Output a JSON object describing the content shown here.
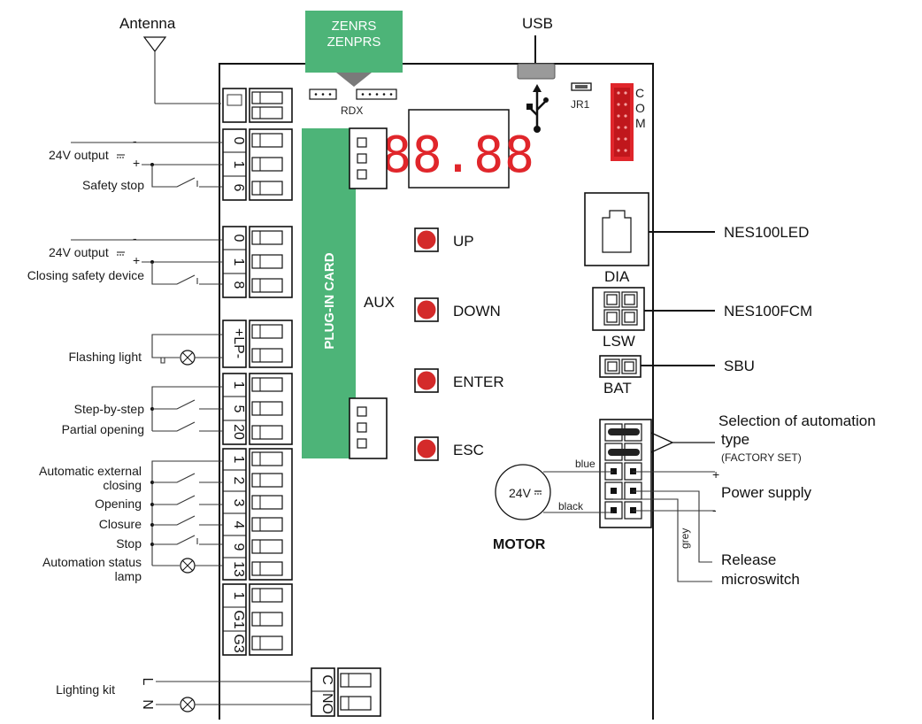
{
  "labels": {
    "antenna": "Antenna",
    "zenrs": "ZENRS",
    "zenprs": "ZENPRS",
    "usb": "USB",
    "rdx": "RDX",
    "jr1": "JR1",
    "com": "COM",
    "output_24v_a": "24V output",
    "safety_stop": "Safety stop",
    "output_24v_b": "24V output",
    "closing_safety": "Closing safety device",
    "flashing_light": "Flashing light",
    "step_by_step": "Step-by-step",
    "partial_opening": "Partial opening",
    "auto_ext_closing_1": "Automatic external",
    "auto_ext_closing_2": "closing",
    "opening": "Opening",
    "closure": "Closure",
    "stop": "Stop",
    "auto_status_1": "Automation status",
    "auto_status_2": "lamp",
    "lighting_kit": "Lighting kit",
    "plugin_card": "PLUG-IN CARD",
    "aux": "AUX",
    "up": "UP",
    "down": "DOWN",
    "enter": "ENTER",
    "esc": "ESC",
    "display": "88.88",
    "nes100led": "NES100LED",
    "dia": "DIA",
    "nes100fcm": "NES100FCM",
    "lsw": "LSW",
    "sbu": "SBU",
    "bat": "BAT",
    "selection_1": "Selection of automation",
    "selection_2": "type",
    "factory_set": "(FACTORY SET)",
    "power_supply": "Power supply",
    "release_1": "Release",
    "release_2": "microswitch",
    "motor": "MOTOR",
    "motor_v": "24V",
    "blue": "blue",
    "black": "black",
    "grey": "grey",
    "plus": "+",
    "minus": "-"
  },
  "terminals": {
    "t1": [
      "0",
      "1",
      "6"
    ],
    "t2": [
      "0",
      "1",
      "8"
    ],
    "t3": [
      "+LP-"
    ],
    "t4": [
      "1",
      "5",
      "20"
    ],
    "t5": [
      "1",
      "2",
      "3",
      "4",
      "9",
      "13"
    ],
    "t6": [
      "1",
      "G1",
      "G3"
    ],
    "t7": [
      "C",
      "NO"
    ],
    "lighting_pins": [
      "L",
      "N"
    ]
  },
  "colors": {
    "green": "#4db478",
    "button_red": "#d42a2a",
    "display_red": "#e0262b",
    "com_red": "#e0262b",
    "usb_grey": "#9a9a9a",
    "notch_grey": "#7a7a7a"
  }
}
